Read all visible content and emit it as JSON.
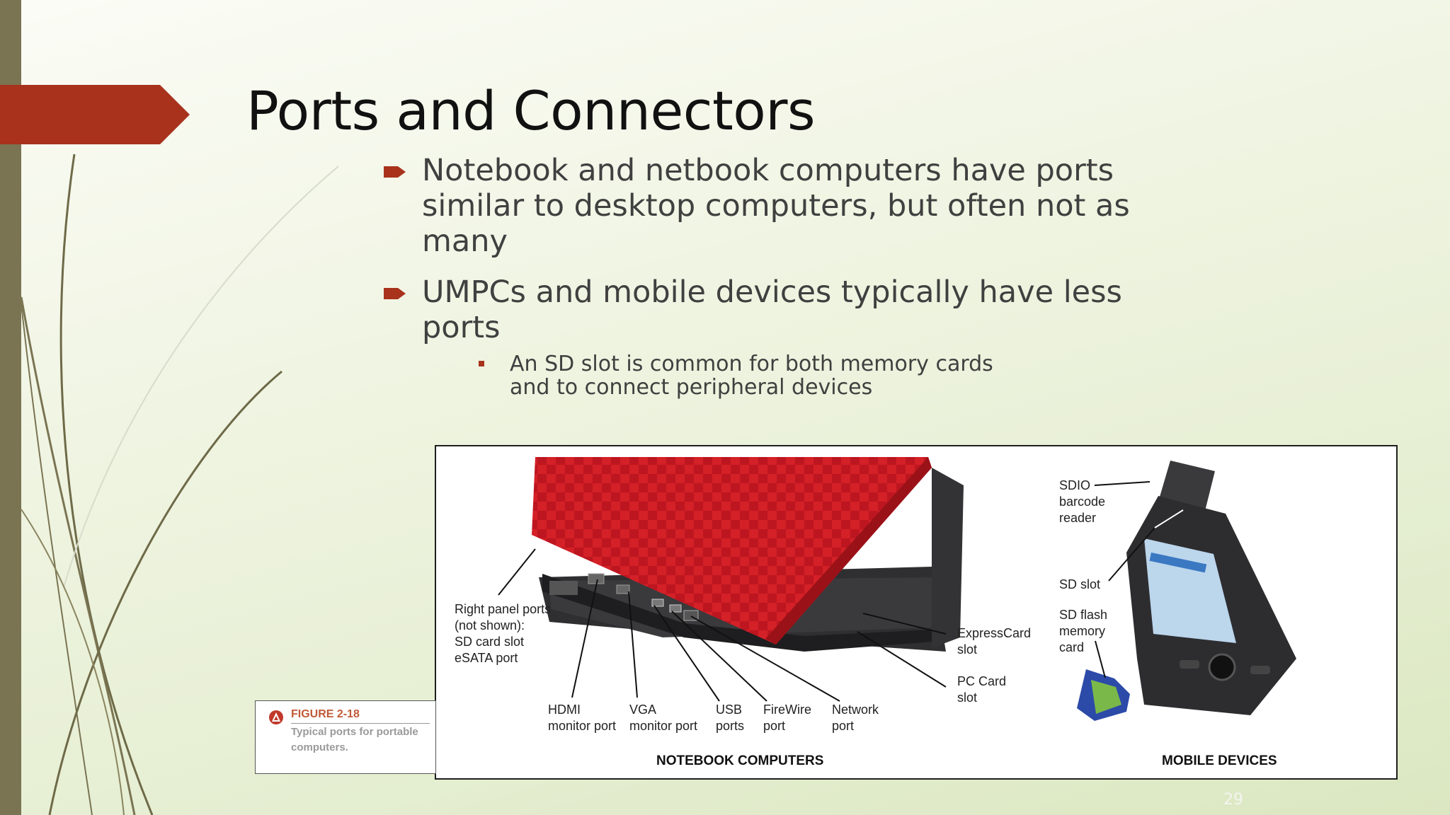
{
  "slide": {
    "title": "Ports and Connectors",
    "bullets": [
      {
        "text": "Notebook and netbook computers have ports similar to desktop computers, but often not as many"
      },
      {
        "text": "UMPCs and mobile devices typically have less ports",
        "sub_bullets": [
          {
            "text": "An SD slot is common for both memory cards and to connect peripheral devices"
          }
        ]
      }
    ],
    "page_number": "29"
  },
  "figure": {
    "caption_title": "FIGURE 2-18",
    "caption_text": "Typical ports for portable computers.",
    "labels": {
      "right_panel": [
        "Right panel ports",
        "(not shown):",
        "SD card slot",
        "eSATA port"
      ],
      "hdmi": [
        "HDMI",
        "monitor port"
      ],
      "vga": [
        "VGA",
        "monitor port"
      ],
      "usb": [
        "USB",
        "ports"
      ],
      "firewire": [
        "FireWire",
        "port"
      ],
      "network": [
        "Network",
        "port"
      ],
      "expresscard": [
        "ExpressCard",
        "slot"
      ],
      "pccard": [
        "PC Card",
        "slot"
      ],
      "sdio": [
        "SDIO",
        "barcode",
        "reader"
      ],
      "sd_slot": "SD slot",
      "sd_flash": [
        "SD flash",
        "memory",
        "card"
      ],
      "section_notebook": "NOTEBOOK COMPUTERS",
      "section_mobile": "MOBILE DEVICES"
    }
  },
  "colors": {
    "accent": "#a8321c",
    "sidebar": "#7a7453",
    "laptop_red": "#d42027"
  }
}
